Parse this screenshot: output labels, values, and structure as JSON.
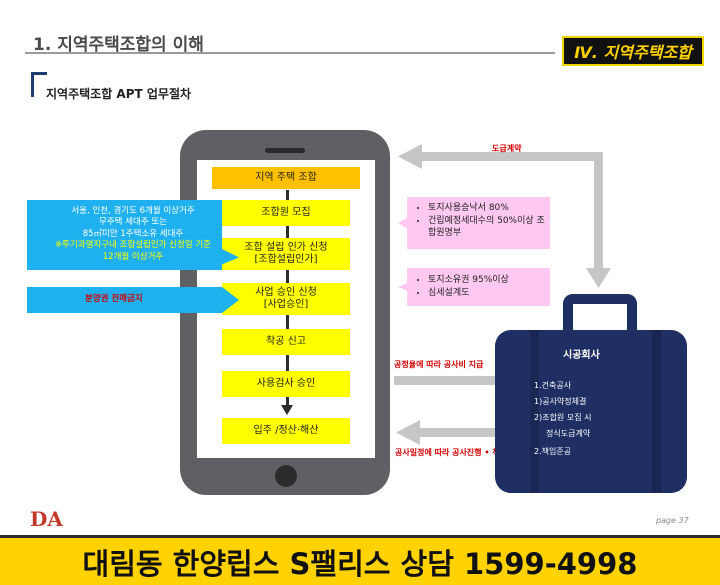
{
  "header": {
    "title": "1. 지역주택조합의 이해",
    "chapter_badge": "Ⅳ. 지역주택조합"
  },
  "section": {
    "title": "지역주택조합 APT 업무절차"
  },
  "flow": {
    "header": "지역 주택 조합",
    "steps": [
      {
        "line1": "조합원 모집",
        "line2": ""
      },
      {
        "line1": "조합 설립 인가 신청",
        "line2": "[조합설립인가]"
      },
      {
        "line1": "사업 승인 신청",
        "line2": "[사업승인]"
      },
      {
        "line1": "착공 신고",
        "line2": ""
      },
      {
        "line1": "사용검사 승인",
        "line2": ""
      },
      {
        "line1": "입주 /정산·해산",
        "line2": ""
      }
    ]
  },
  "left_notes": {
    "eligibility": [
      "서울, 인천, 경기도 6개월 이상거주",
      "무주택 세대주 또는",
      "85㎡미만 1주택소유 세대주"
    ],
    "eligibility_highlight": [
      "※투기과열지구내 조합설립인가 신청일 기준",
      "12개월 이상거주"
    ],
    "resale": "분양권 전매금지"
  },
  "right_notes": {
    "approval": [
      "토지사용승낙서 80%",
      "건립예정세대수의 50%이상 조합원명부"
    ],
    "business": [
      "토지소유권 95%이상",
      "심세설계도"
    ]
  },
  "arrows": {
    "contract_label": "도급계약",
    "payment_label": "공정율에 따라 공사비 지급",
    "progress_label": "공사일정에 따라 공사진행 • 책임준공"
  },
  "contractor": {
    "title": "시공회사",
    "items": [
      "1.건축공사",
      "1)공사약정체결",
      "2)조합원 모집 시",
      "정식도급계약",
      "2.책임준공"
    ]
  },
  "footer": {
    "logo": "DA",
    "page": "page 37"
  },
  "banner": {
    "text": "대림동 한양립스 S팰리스 상담 1599-4998"
  }
}
